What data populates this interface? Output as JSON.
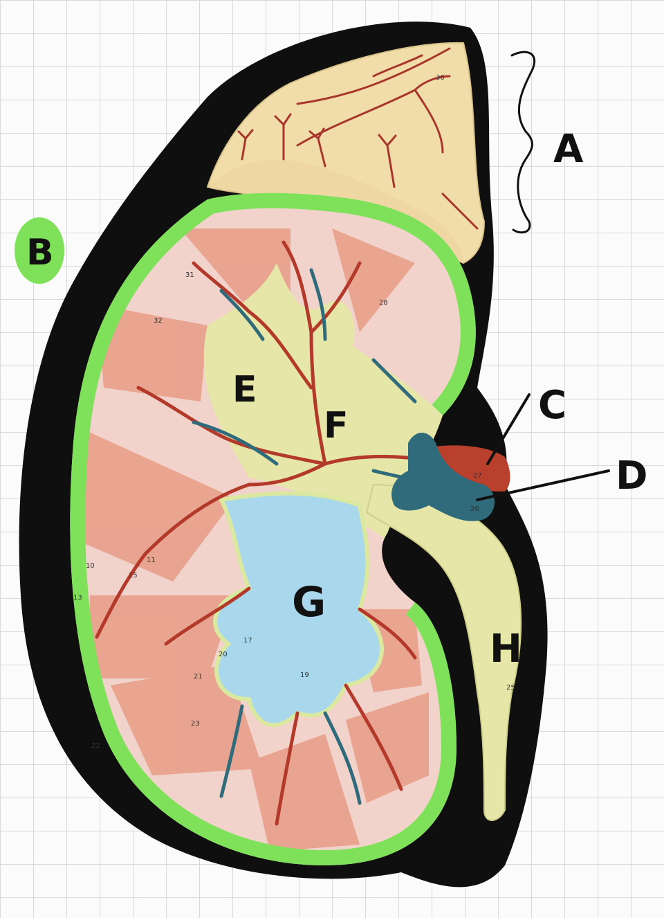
{
  "image": {
    "subject": "kidney-and-adrenal-model",
    "colors": {
      "background": "#fbfbfb",
      "grid": "#d9d9d9",
      "shadow": "#0f0f0f",
      "cortex_highlight": "#7fe05a",
      "pyramid": "#e8a08a",
      "adrenal": "#f3e4b8",
      "pelvis": "#a9d8ec",
      "sinus": "#e6e6a8",
      "artery": "#b33a2a",
      "vein": "#2f6b7a",
      "label_ink": "#111111"
    }
  },
  "labels": {
    "a": "A",
    "b": "B",
    "c": "C",
    "d": "D",
    "e": "E",
    "f": "F",
    "g": "G",
    "h": "H"
  },
  "model_numbers": {
    "n30": "30",
    "n31": "31",
    "n28": "28",
    "n32": "32",
    "n27": "27",
    "n26": "26",
    "n25": "25",
    "n22": "22",
    "n23": "23",
    "n21": "21",
    "n17": "17",
    "n19": "19",
    "n20": "20",
    "n10": "10",
    "n11": "11",
    "n15": "15",
    "n13": "13"
  }
}
